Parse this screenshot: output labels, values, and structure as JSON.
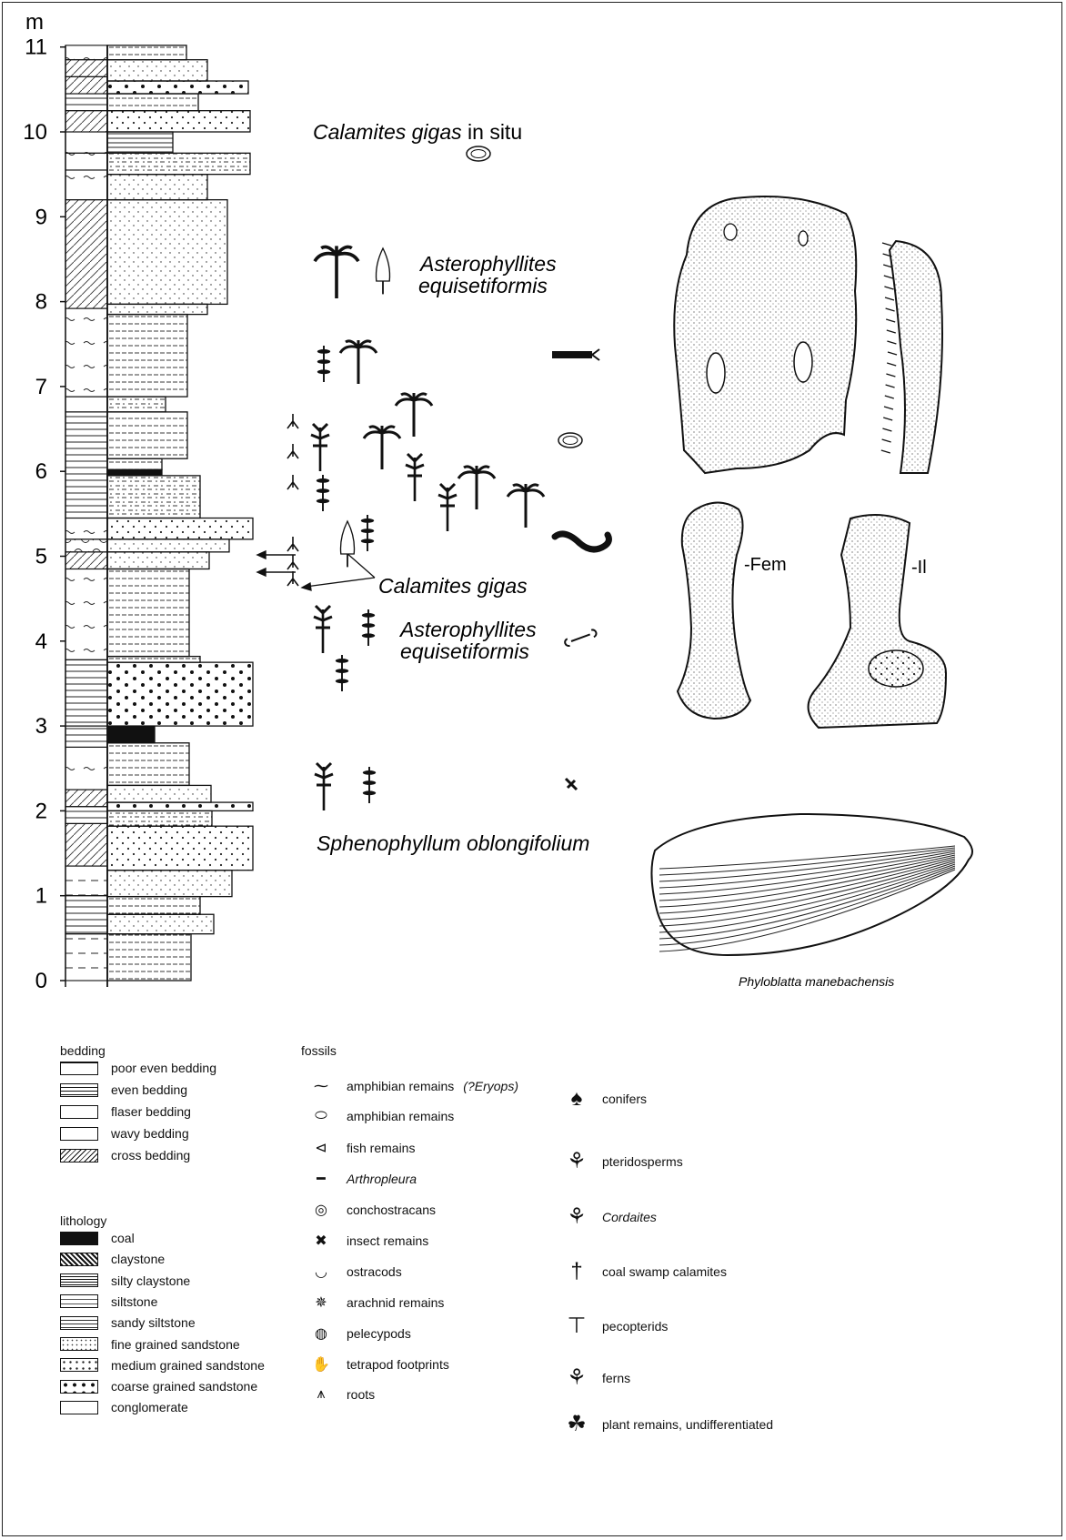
{
  "section": {
    "unit_label": "m",
    "ticks": [
      "0",
      "1",
      "2",
      "3",
      "4",
      "5",
      "6",
      "7",
      "8",
      "9",
      "10",
      "11"
    ]
  },
  "annotations": {
    "calamites_in_situ_genus": "Calamites gigas",
    "calamites_in_situ_suffix": " in situ",
    "asterophyllites_upper_1": "Asterophyllites",
    "asterophyllites_upper_2": "equisetiformis",
    "calamites_gigas": "Calamites gigas",
    "asterophyllites_lower_1": "Asterophyllites",
    "asterophyllites_lower_2": "equisetiformis",
    "sphenophyllum": "Sphenophyllum oblongifolium",
    "fem_label": "-Fem",
    "il_label": "-Il",
    "phyloblatta": "Phyloblatta manebachensis"
  },
  "legend": {
    "bedding_title": "bedding",
    "bedding": [
      {
        "label": "poor even bedding",
        "icon": "poor-even-bedding-swatch"
      },
      {
        "label": "even bedding",
        "icon": "even-bedding-swatch"
      },
      {
        "label": "flaser bedding",
        "icon": "flaser-bedding-swatch"
      },
      {
        "label": "wavy bedding",
        "icon": "wavy-bedding-swatch"
      },
      {
        "label": "cross bedding",
        "icon": "cross-bedding-swatch"
      }
    ],
    "lithology_title": "lithology",
    "lithology": [
      {
        "label": "coal",
        "icon": "coal-swatch"
      },
      {
        "label": "claystone",
        "icon": "claystone-swatch"
      },
      {
        "label": "silty claystone",
        "icon": "silty-claystone-swatch"
      },
      {
        "label": "siltstone",
        "icon": "siltstone-swatch"
      },
      {
        "label": "sandy siltstone",
        "icon": "sandy-siltstone-swatch"
      },
      {
        "label": "fine grained sandstone",
        "icon": "fine-sandstone-swatch"
      },
      {
        "label": "medium grained sandstone",
        "icon": "medium-sandstone-swatch"
      },
      {
        "label": "coarse grained sandstone",
        "icon": "coarse-sandstone-swatch"
      },
      {
        "label": "conglomerate",
        "icon": "conglomerate-swatch"
      }
    ],
    "fossils_title": "fossils",
    "fossils_col1": [
      {
        "label": "amphibian remains",
        "suffix": "(?Eryops)",
        "icon": "amphibian-icon"
      },
      {
        "label": "amphibian remains",
        "suffix": "",
        "icon": "bone-icon"
      },
      {
        "label": "fish remains",
        "suffix": "",
        "icon": "fish-icon"
      },
      {
        "label": "Arthropleura",
        "suffix": "",
        "icon": "arthropleura-icon"
      },
      {
        "label": "conchostracans",
        "suffix": "",
        "icon": "conchostracan-icon"
      },
      {
        "label": "insect remains",
        "suffix": "",
        "icon": "insect-icon"
      },
      {
        "label": "ostracods",
        "suffix": "",
        "icon": "ostracod-icon"
      },
      {
        "label": "arachnid remains",
        "suffix": "",
        "icon": "arachnid-icon"
      },
      {
        "label": "pelecypods",
        "suffix": "",
        "icon": "pelecypod-icon"
      },
      {
        "label": "tetrapod footprints",
        "suffix": "",
        "icon": "footprint-icon"
      },
      {
        "label": "roots",
        "suffix": "",
        "icon": "roots-icon"
      }
    ],
    "fossils_col2": [
      {
        "label": "conifers",
        "icon": "conifer-icon"
      },
      {
        "label": "pteridosperms",
        "icon": "pteridosperm-icon"
      },
      {
        "label": "Cordaites",
        "icon": "cordaites-icon"
      },
      {
        "label": "coal swamp calamites",
        "icon": "calamites-icon"
      },
      {
        "label": "pecopterids",
        "icon": "pecopterid-icon"
      },
      {
        "label": "ferns",
        "icon": "fern-icon"
      },
      {
        "label": "plant remains, undifferentiated",
        "icon": "plant-remains-icon"
      }
    ]
  }
}
